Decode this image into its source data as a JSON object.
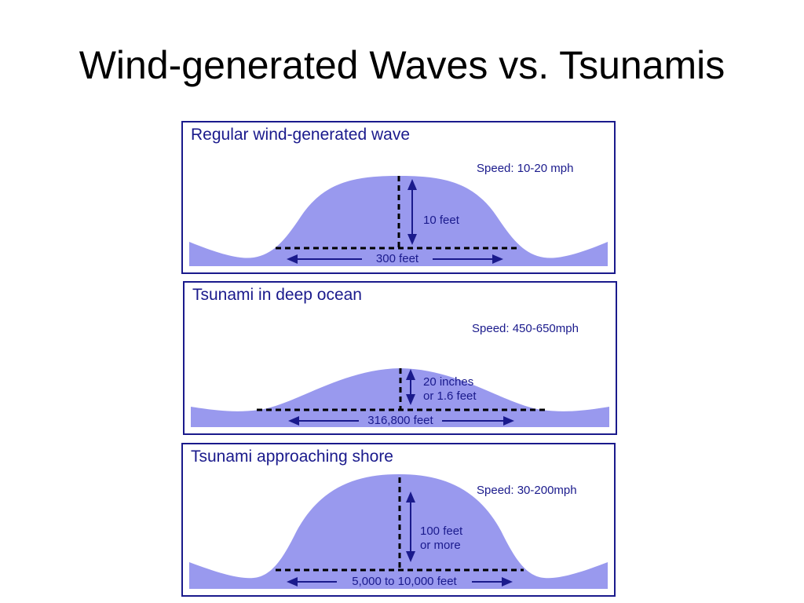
{
  "slide": {
    "title": "Wind-generated Waves vs. Tsunamis"
  },
  "colors": {
    "wave_fill": "#9999ee",
    "accent": "#1a1a8c",
    "dash": "#000000"
  },
  "panels": [
    {
      "title": "Regular wind-generated wave",
      "speed": "Speed: 10-20 mph",
      "height_line1": "10 feet",
      "height_line2": "",
      "length": "300 feet"
    },
    {
      "title": "Tsunami in deep ocean",
      "speed": "Speed: 450-650mph",
      "height_line1": "20 inches",
      "height_line2": "or 1.6 feet",
      "length": "316,800 feet"
    },
    {
      "title": "Tsunami approaching shore",
      "speed": "Speed: 30-200mph",
      "height_line1": "100 feet",
      "height_line2": "or more",
      "length": "5,000 to 10,000 feet"
    }
  ]
}
